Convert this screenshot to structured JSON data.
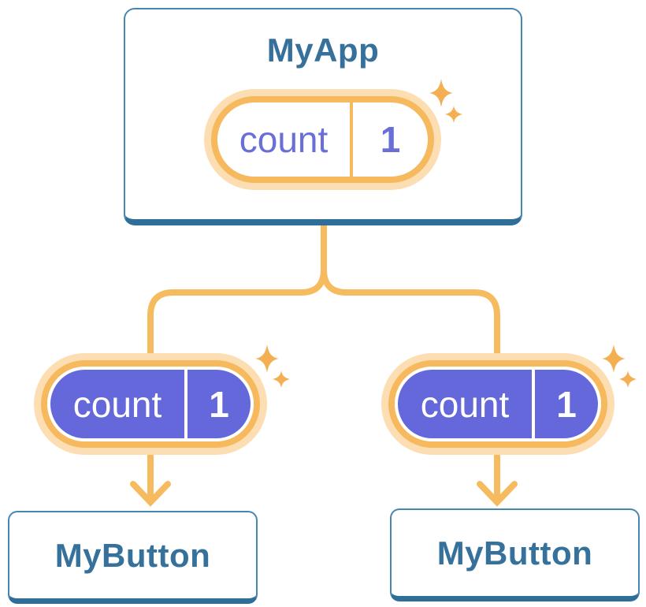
{
  "root": {
    "title": "MyApp",
    "state": {
      "name": "count",
      "value": "1"
    }
  },
  "children": [
    {
      "title": "MyButton",
      "prop": {
        "name": "count",
        "value": "1"
      }
    },
    {
      "title": "MyButton",
      "prop": {
        "name": "count",
        "value": "1"
      }
    }
  ],
  "colors": {
    "line_orange": "#F7BB5F",
    "ring_orange": "#F6B95E",
    "ring_orange_light": "#FCDEB2",
    "sparkle_orange": "#F4AF52",
    "pill_purple_fill": "#6568DA",
    "pill_purple_text": "#6A6FD8",
    "card_border_blue": "#4886B2",
    "card_shadow_blue": "#2F6E99",
    "title_blue": "#36719C"
  }
}
